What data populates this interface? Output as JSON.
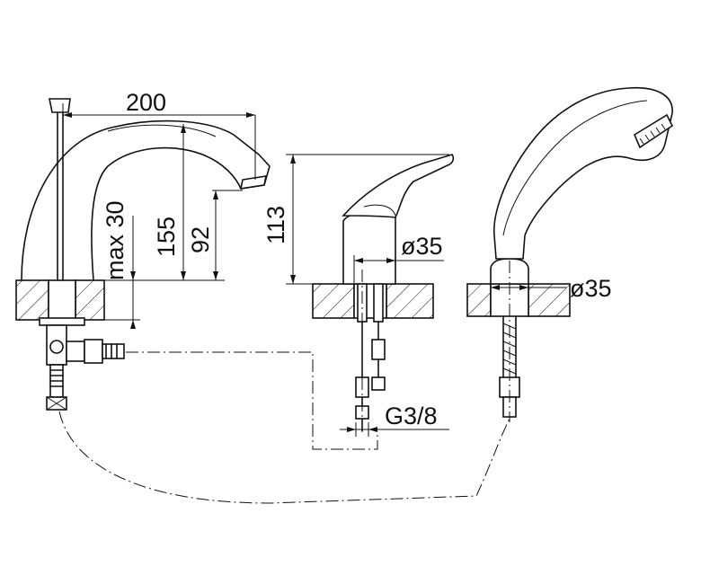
{
  "dimensions": {
    "spout_length": "200",
    "max_deck": "max 30",
    "spout_height": "155",
    "spout_outlet_height": "92",
    "mixer_height": "113",
    "mixer_diameter": "ø35",
    "shower_diameter": "ø35",
    "thread": "G3/8"
  }
}
